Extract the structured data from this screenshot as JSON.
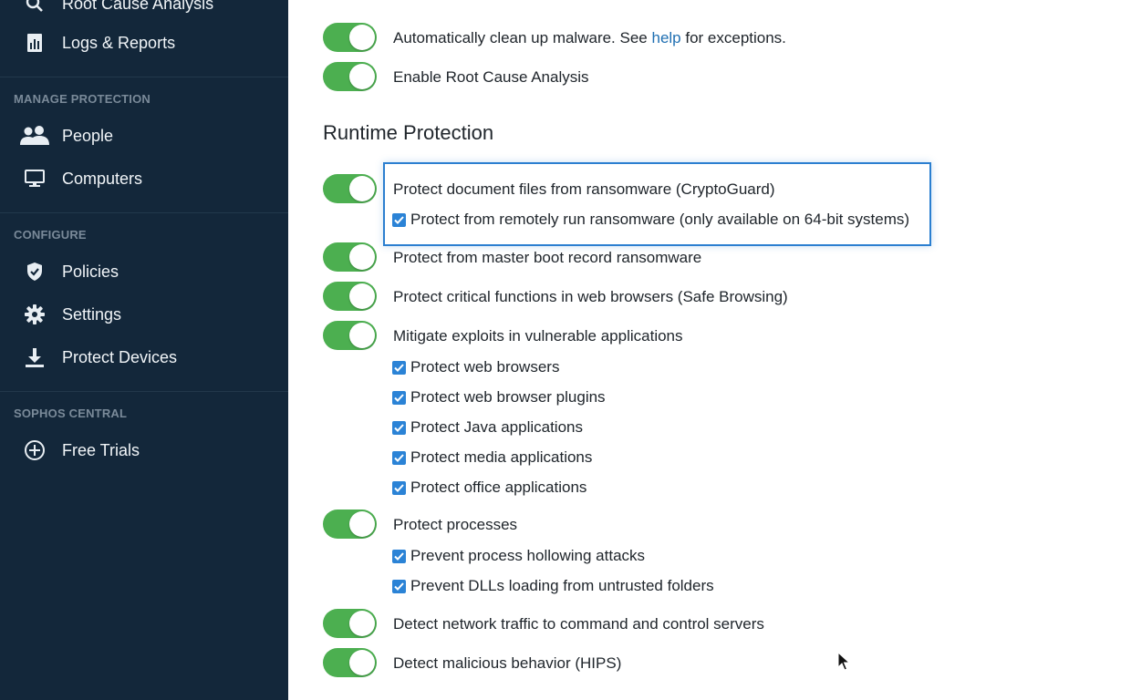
{
  "sidebar": {
    "top_items": [
      {
        "label": "Root Cause Analysis",
        "icon": "search-icon"
      },
      {
        "label": "Logs & Reports",
        "icon": "reports-icon"
      }
    ],
    "sections": [
      {
        "title": "MANAGE PROTECTION",
        "items": [
          {
            "label": "People",
            "icon": "people-icon"
          },
          {
            "label": "Computers",
            "icon": "computer-icon"
          }
        ]
      },
      {
        "title": "CONFIGURE",
        "items": [
          {
            "label": "Policies",
            "icon": "shield-icon"
          },
          {
            "label": "Settings",
            "icon": "gear-icon"
          },
          {
            "label": "Protect Devices",
            "icon": "download-icon"
          }
        ]
      },
      {
        "title": "SOPHOS CENTRAL",
        "items": [
          {
            "label": "Free Trials",
            "icon": "plus-circle-icon"
          }
        ]
      }
    ]
  },
  "main": {
    "top_toggles": [
      {
        "text_before": "Automatically clean up malware. See ",
        "link": "help",
        "text_after": " for exceptions.",
        "on": true
      },
      {
        "text": "Enable Root Cause Analysis",
        "on": true
      }
    ],
    "runtime_heading": "Runtime Protection",
    "runtime": [
      {
        "text": "Protect document files from ransomware (CryptoGuard)",
        "on": true
      },
      {
        "text": "Protect from remotely run ransomware (only available on 64-bit systems)",
        "checked": true
      },
      {
        "text": "Protect from master boot record ransomware",
        "on": true
      },
      {
        "text": "Protect critical functions in web browsers (Safe Browsing)",
        "on": true
      },
      {
        "text": "Mitigate exploits in vulnerable applications",
        "on": true
      },
      {
        "text": "Protect web browsers",
        "checked": true
      },
      {
        "text": "Protect web browser plugins",
        "checked": true
      },
      {
        "text": "Protect Java applications",
        "checked": true
      },
      {
        "text": "Protect media applications",
        "checked": true
      },
      {
        "text": "Protect office applications",
        "checked": true
      },
      {
        "text": "Protect processes",
        "on": true
      },
      {
        "text": "Prevent process hollowing attacks",
        "checked": true
      },
      {
        "text": "Prevent DLLs loading from untrusted folders",
        "checked": true
      },
      {
        "text": "Detect network traffic to command and control servers",
        "on": true
      },
      {
        "text": "Detect malicious behavior (HIPS)",
        "on": true
      }
    ]
  },
  "colors": {
    "sidebar_bg": "#13273a",
    "toggle_on": "#4caf50",
    "checkbox": "#2b83d6",
    "highlight_border": "#2b7fd0",
    "link": "#1f6fb2"
  }
}
